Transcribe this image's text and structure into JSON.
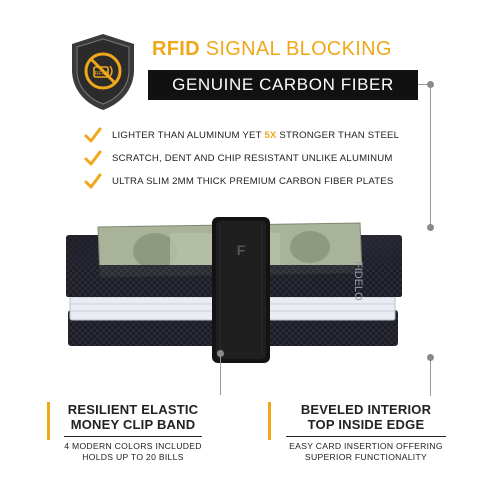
{
  "badge": {
    "icon": "rfid-shield-icon",
    "text": "RFID"
  },
  "heading": {
    "rfid_word": "RFID",
    "rfid_rest": " SIGNAL BLOCKING",
    "banner": "GENUINE CARBON FIBER"
  },
  "features": [
    {
      "before": "LIGHTER THAN ALUMINUM YET ",
      "highlight": "5X",
      "after": " STRONGER THAN STEEL"
    },
    {
      "before": "SCRATCH, DENT AND CHIP RESISTANT UNLIKE ALUMINUM",
      "highlight": "",
      "after": ""
    },
    {
      "before": "ULTRA SLIM 2MM THICK PREMIUM CARBON FIBER PLATES",
      "highlight": "",
      "after": ""
    }
  ],
  "product": {
    "brand_mark": "F",
    "engraving": "FIDELO"
  },
  "captions": {
    "left": {
      "title_line1": "RESILIENT ELASTIC",
      "title_line2": "MONEY CLIP BAND",
      "sub_line1": "4 MODERN COLORS INCLUDED",
      "sub_line2": "HOLDS UP TO 20 BILLS"
    },
    "right": {
      "title_line1": "BEVELED INTERIOR",
      "title_line2": "TOP INSIDE EDGE",
      "sub_line1": "EASY CARD INSERTION OFFERING",
      "sub_line2": "SUPERIOR FUNCTIONALITY"
    }
  },
  "colors": {
    "accent": "#f0a81a",
    "banner_bg": "#111111",
    "callout": "#9a9a9a"
  }
}
